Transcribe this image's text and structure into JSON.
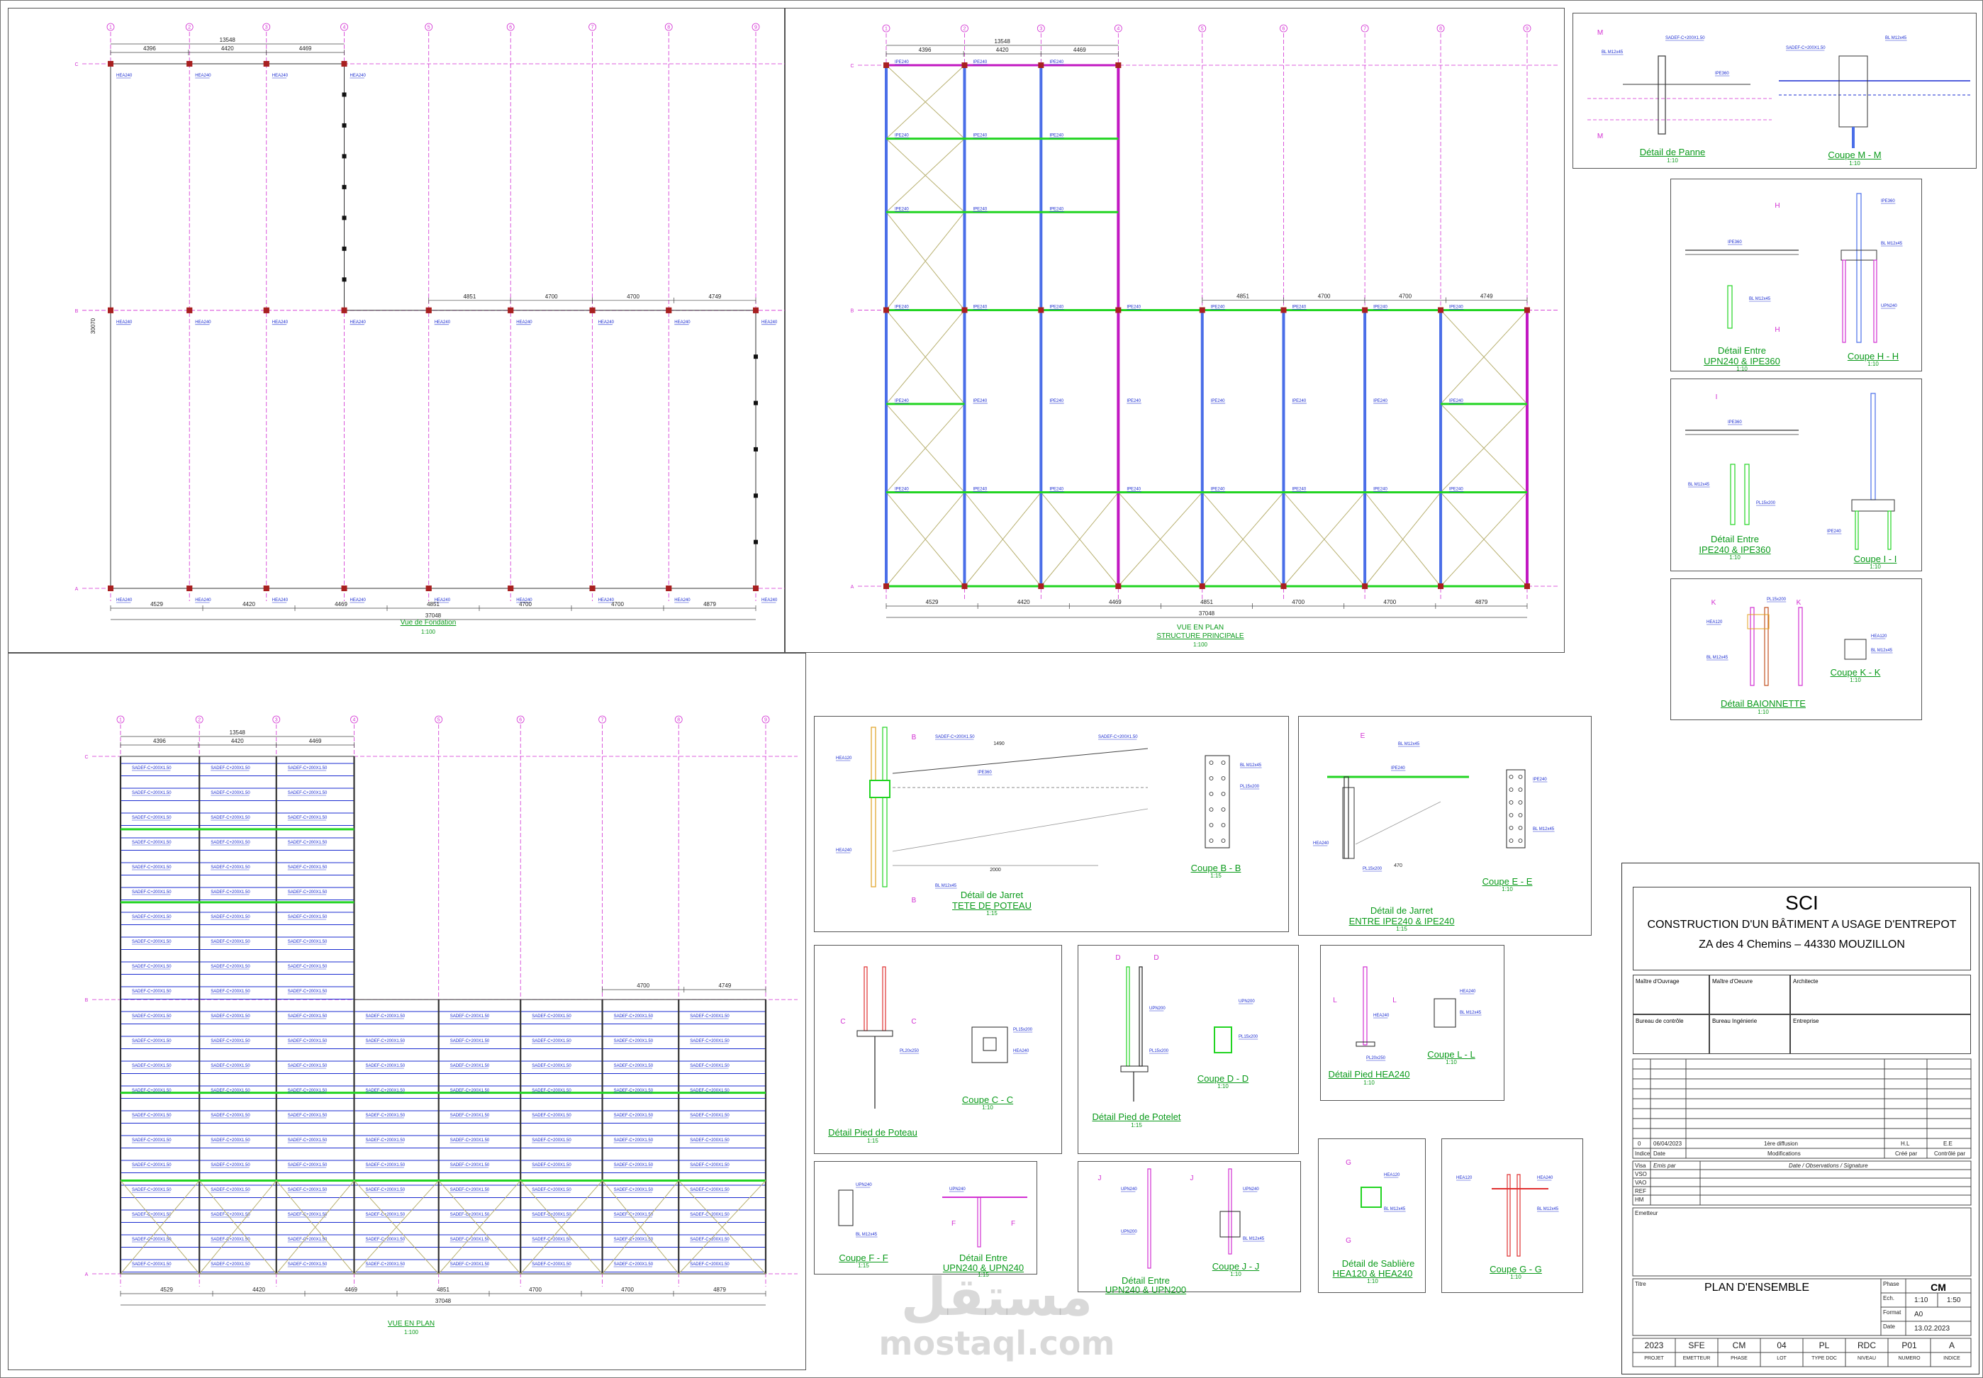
{
  "views": {
    "foundation": {
      "caption": "Vue de Fondation",
      "scale": "1:100",
      "dims_top": [
        "13548",
        "4396",
        "4420",
        "4469"
      ],
      "dims_mid": [
        "4851",
        "4700",
        "4700",
        "4749"
      ],
      "dims_bottom": [
        "4529",
        "4420",
        "4469",
        "4851",
        "4700",
        "4700",
        "4879"
      ],
      "dim_total": "37048",
      "height_left": "30070"
    },
    "structure": {
      "caption_line1": "VUE EN PLAN",
      "caption_line2": "STRUCTURE PRINCIPALE",
      "scale": "1:100",
      "dims_top": [
        "13548",
        "4396",
        "4420",
        "4469"
      ],
      "dims_mid": [
        "4851",
        "4700",
        "4700",
        "4749"
      ],
      "dims_bottom": [
        "4529",
        "4420",
        "4469",
        "4851",
        "4700",
        "4700",
        "4879"
      ],
      "dim_total": "37048"
    },
    "roof": {
      "caption": "VUE EN PLAN",
      "scale": "1:100",
      "dims_top": [
        "13548",
        "4396",
        "4420",
        "4469"
      ],
      "dims_mid": [
        "4700",
        "4749"
      ],
      "dims_bottom": [
        "4529",
        "4420",
        "4469",
        "4851",
        "4700",
        "4700",
        "4879"
      ],
      "dim_total": "37048",
      "purlin_label": "SADEF-C+200X1.50"
    }
  },
  "grid": {
    "columns": [
      "1",
      "2",
      "3",
      "4",
      "5",
      "6",
      "7",
      "8",
      "9"
    ],
    "rows": [
      "C",
      "B",
      "A"
    ]
  },
  "details": [
    {
      "key": "panne",
      "title": "Détail de Panne",
      "scale": "1:10"
    },
    {
      "key": "coupe_mm",
      "title": "Coupe M - M",
      "scale": "1:10"
    },
    {
      "key": "entre_upn_ipe",
      "title": "Détail Entre",
      "title2": "UPN240 & IPE360",
      "scale": "1:10"
    },
    {
      "key": "coupe_hh",
      "title": "Coupe H - H",
      "scale": "1:10"
    },
    {
      "key": "entre_ipe_ipe",
      "title": "Détail Entre",
      "title2": "IPE240 & IPE360",
      "scale": "1:10"
    },
    {
      "key": "coupe_ii",
      "title": "Coupe I - I",
      "scale": "1:10"
    },
    {
      "key": "baionnette",
      "title": "Détail BAIONNETTE",
      "scale": "1:10"
    },
    {
      "key": "coupe_kk",
      "title": "Coupe K - K",
      "scale": "1:10"
    },
    {
      "key": "jarret_tete",
      "title": "Détail de Jarret",
      "title2": "TETE DE POTEAU",
      "scale": "1:15"
    },
    {
      "key": "coupe_bb",
      "title": "Coupe B - B",
      "scale": "1:15"
    },
    {
      "key": "jarret_entre",
      "title": "Détail de Jarret",
      "title2": "ENTRE IPE240 & IPE240",
      "scale": "1:15"
    },
    {
      "key": "coupe_ee",
      "title": "Coupe E - E",
      "scale": "1:10"
    },
    {
      "key": "pied_poteau",
      "title": "Détail Pied de Poteau",
      "scale": "1:15"
    },
    {
      "key": "coupe_cc",
      "title": "Coupe C - C",
      "scale": "1:10"
    },
    {
      "key": "pied_potelet",
      "title": "Détail Pied de Potelet",
      "scale": "1:15"
    },
    {
      "key": "coupe_dd",
      "title": "Coupe D - D",
      "scale": "1:10"
    },
    {
      "key": "pied_hea",
      "title": "Détail Pied HEA240",
      "scale": "1:10"
    },
    {
      "key": "coupe_ll",
      "title": "Coupe L - L",
      "scale": "1:10"
    },
    {
      "key": "coupe_ff",
      "title": "Coupe F - F",
      "scale": "1:15"
    },
    {
      "key": "entre_upn_upn",
      "title": "Détail Entre",
      "title2": "UPN240 & UPN240",
      "scale": "1:15"
    },
    {
      "key": "entre_upn_upn2",
      "title": "Détail Entre",
      "title2": "UPN240 & UPN200",
      "scale": "1:15"
    },
    {
      "key": "coupe_jj",
      "title": "Coupe J - J",
      "scale": "1:10"
    },
    {
      "key": "sabliere",
      "title": "Détail de Sablière",
      "title2": "HEA120 & HEA240",
      "scale": "1:10"
    },
    {
      "key": "coupe_gg",
      "title": "Coupe G - G",
      "scale": "1:10"
    }
  ],
  "labels": {
    "hea240": "HEA240",
    "hea120": "HEA120",
    "ipe360": "IPE360",
    "ipe240": "IPE240",
    "upn240": "UPN240",
    "upn200": "UPN200",
    "pl15": "PL15x200",
    "pl20": "PL20x250",
    "bl": "BL M12x45",
    "sadef": "SADEF-C+200X1.50",
    "l2000": "2000",
    "l1490": "1490",
    "l470": "470"
  },
  "title_block": {
    "company": "SCI",
    "project_line1": "CONSTRUCTION D'UN BÂTIMENT A USAGE D'ENTREPOT",
    "project_line2": "ZA des 4 Chemins  – 44330 MOUZILLON",
    "maitre_ouvrage": "Maître d'Ouvrage",
    "maitre_oeuvre": "Maître d'Oeuvre",
    "architecte": "Architecte",
    "bureau_controle": "Bureau de contrôle",
    "bureau_ingenierie": "Bureau Ingénierie",
    "entreprise": "Entreprise",
    "rev_index": "0",
    "rev_date": "06/04/2023",
    "rev_mod": "1ère diffusion",
    "rev_by": "H.L",
    "rev_check": "E.E",
    "col_indice": "Indice",
    "col_date": "Date",
    "col_mod": "Modifications",
    "col_by": "Créé par",
    "col_check": "Contrôlé par",
    "visa_head": "Visa",
    "emis_head": "Emis par",
    "obs_head": "Date / Observations / Signature",
    "visa_rows": [
      "VSO",
      "VAO",
      "REF",
      "HM"
    ],
    "emetteur": "Emetteur",
    "titre_label": "Titre",
    "titre": "PLAN D'ENSEMBLE",
    "phase_label": "Phase",
    "phase": "CM",
    "ech_label": "Ech.",
    "ech1": "1:10",
    "ech2": "1:50",
    "format_label": "Format",
    "format": "A0",
    "date_label": "Date",
    "date": "13.02.2023",
    "codes": [
      "2023",
      "SFE",
      "CM",
      "04",
      "PL",
      "RDC",
      "P01",
      "A"
    ],
    "code_labels": [
      "PROJET",
      "EMETTEUR",
      "PHASE",
      "LOT",
      "TYPE DOC",
      "NIVEAU",
      "NUMERO",
      "INDICE"
    ]
  },
  "watermark": {
    "arabic": "مستقل",
    "latin": "mostaql.com"
  },
  "colors": {
    "grid": "#d22fd2",
    "column": "#4a6ee8",
    "beam": "#22d422",
    "bracing": "#b8b070",
    "caption": "#0a9a1a",
    "label": "#1a2bd0",
    "column_node": "#a82020"
  }
}
